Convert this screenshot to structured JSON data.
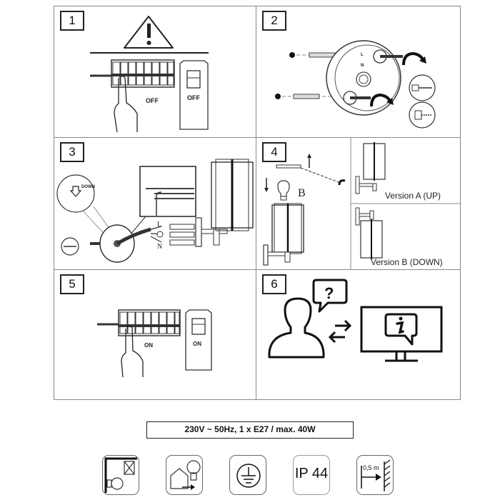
{
  "panels": [
    {
      "step": "1",
      "labels": {
        "breaker_state": "OFF",
        "switch_state": "OFF"
      },
      "icon": "warning-icon"
    },
    {
      "step": "2",
      "labels": {
        "terminal_L": "L",
        "terminal_N": "N"
      }
    },
    {
      "step": "3",
      "labels": {
        "detail_text": "DOWN",
        "wire_L": "L",
        "wire_N": "N"
      }
    },
    {
      "step": "4",
      "labels": {
        "bulb_label": "B",
        "version_a": "Version A (UP)",
        "version_b": "Version B (DOWN)"
      }
    },
    {
      "step": "5",
      "labels": {
        "breaker_state": "ON",
        "switch_state": "ON"
      }
    },
    {
      "step": "6",
      "icons": [
        "person-icon",
        "question-bubble-icon",
        "exchange-arrows-icon",
        "monitor-info-icon"
      ]
    }
  ],
  "spec": {
    "text": "230V ~ 50Hz, 1 x E27 / max. 40W"
  },
  "symbols": [
    {
      "name": "indoor-outdoor-mounting",
      "label": ""
    },
    {
      "name": "outdoor-lamp-suitable",
      "label": ""
    },
    {
      "name": "protective-earth",
      "label": ""
    },
    {
      "name": "ip-rating",
      "label": "IP 44"
    },
    {
      "name": "min-distance",
      "label": "0,5 m"
    }
  ]
}
